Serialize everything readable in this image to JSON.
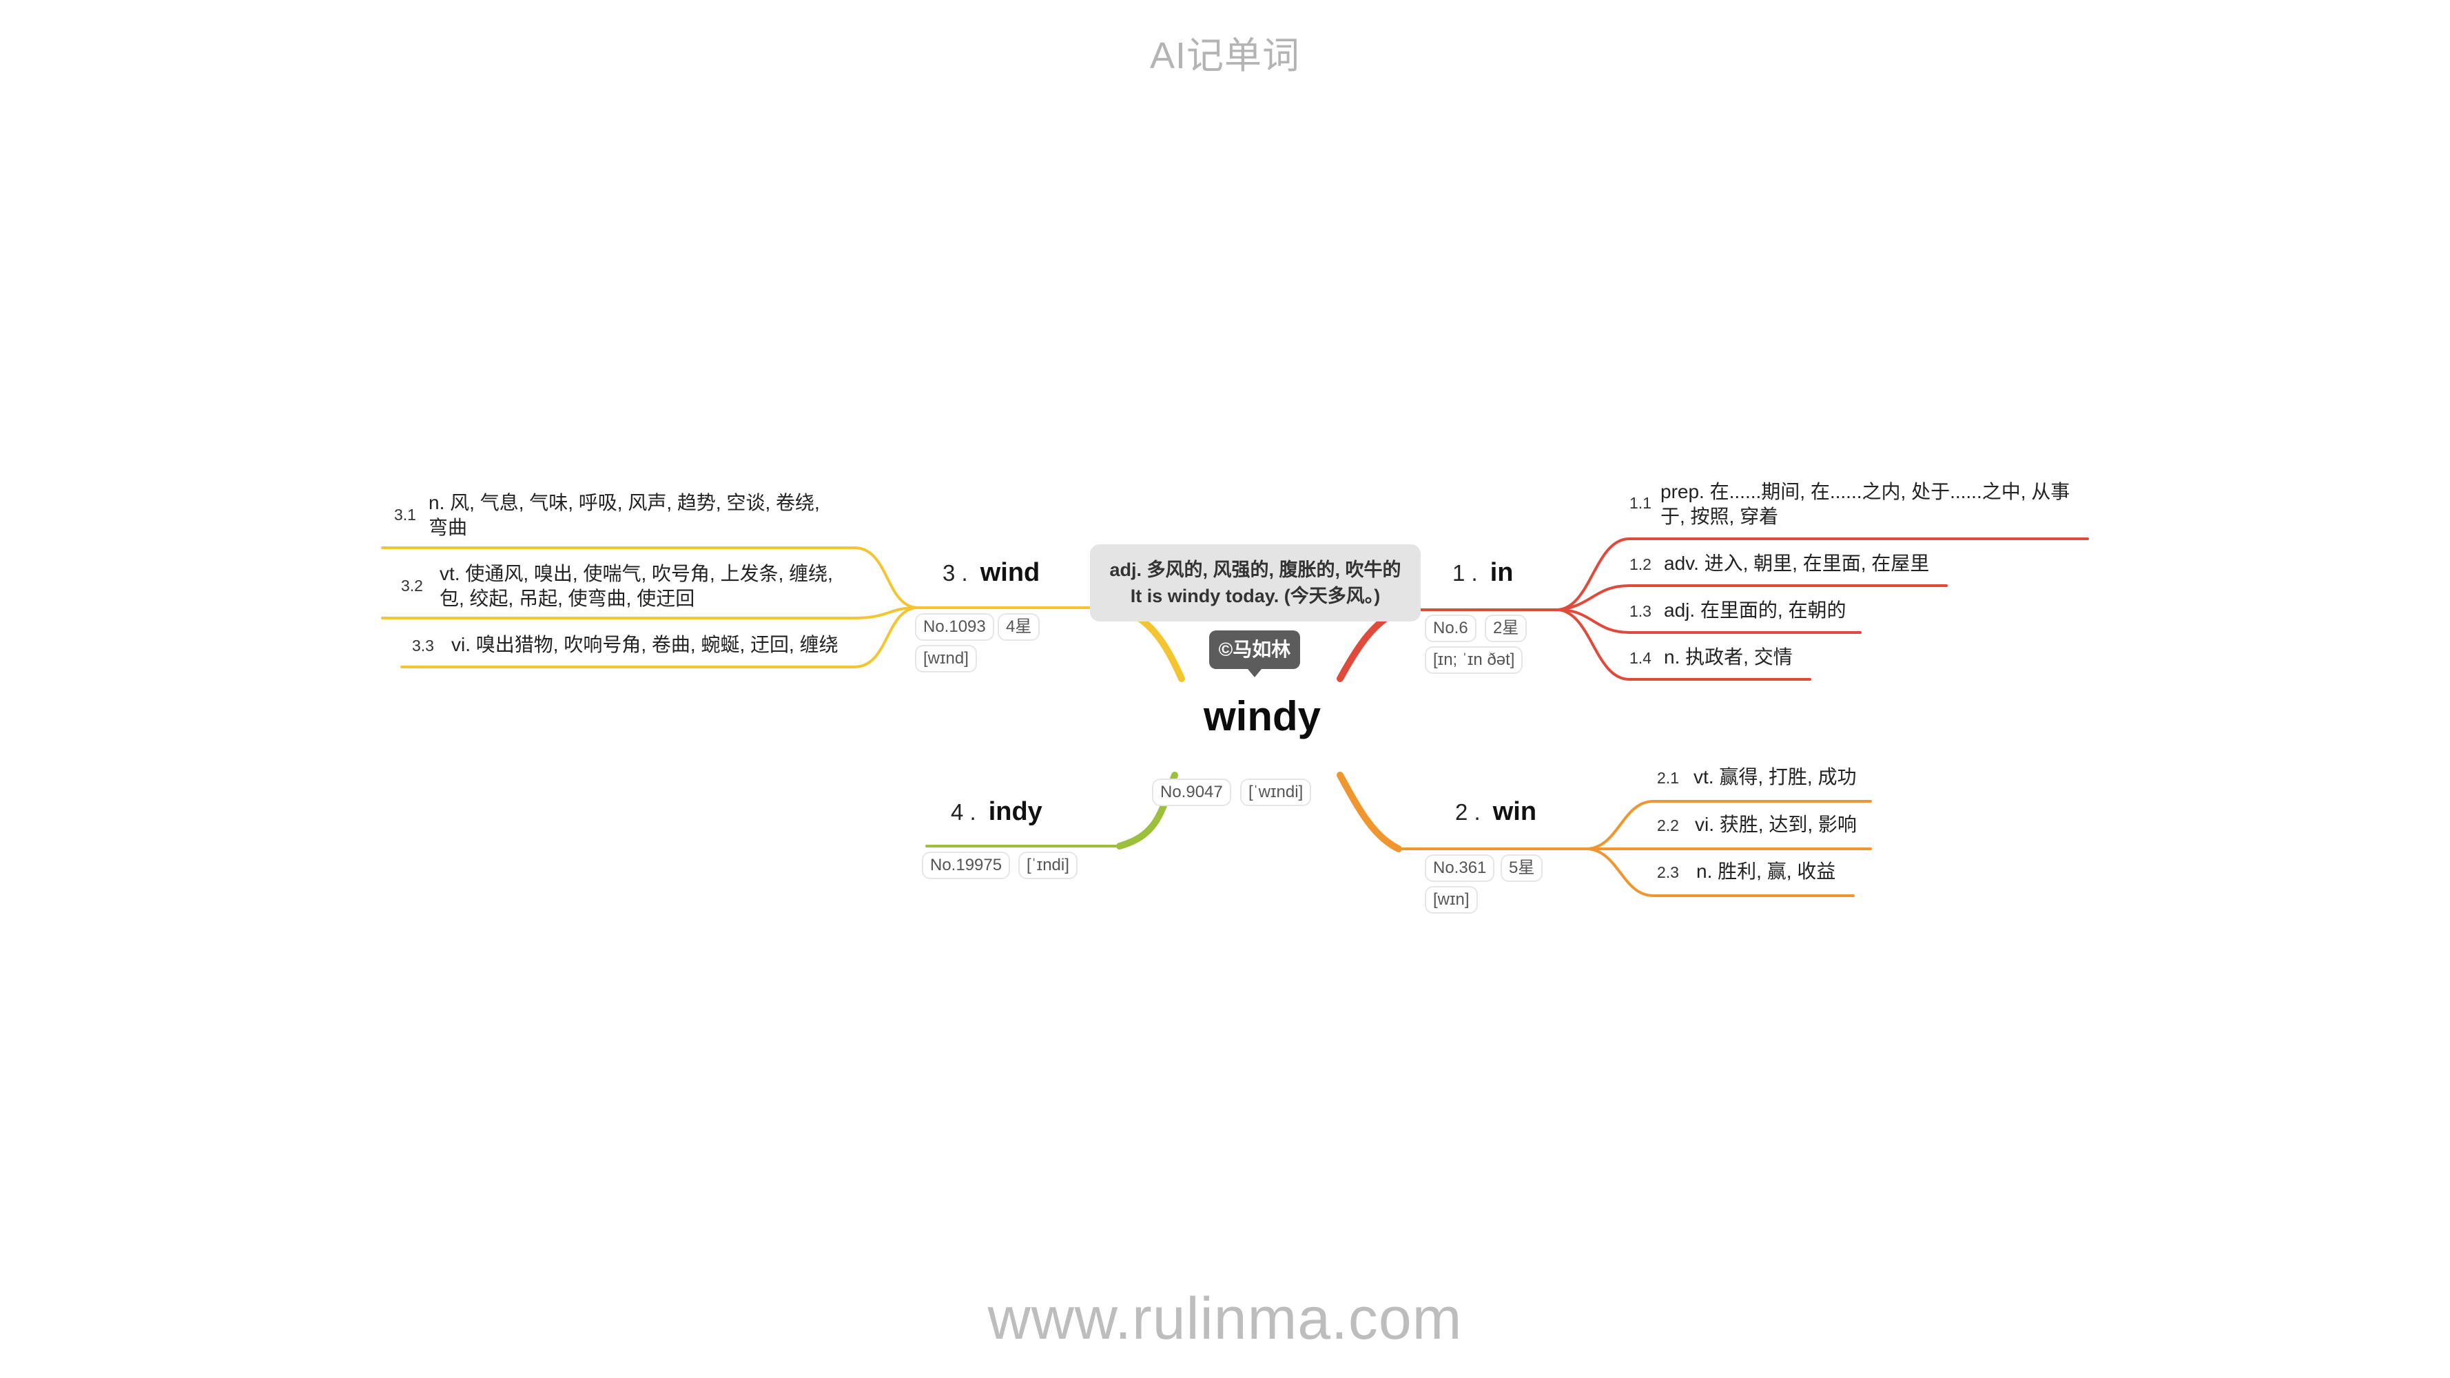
{
  "header": {
    "title": "AI记单词"
  },
  "footer": {
    "url": "www.rulinma.com"
  },
  "center": {
    "word": "windy",
    "rank": "No.9047",
    "phonetic": "[ˈwɪndi]",
    "tooltip_line1": "adj. 多风的, 风强的, 腹胀的, 吹牛的",
    "tooltip_line2": "It is windy today. (今天多风。)",
    "copyright": "©马如林"
  },
  "branches": [
    {
      "num": "1 .",
      "word": "in",
      "rank": "No.6",
      "stars": "2星",
      "phonetic": "[ɪn; ˈɪn ðət]",
      "color": "#e04a3a",
      "meanings": [
        {
          "num": "1.1",
          "text": "prep. 在......期间, 在......之内, 处于......之中, 从事于, 按照, 穿着"
        },
        {
          "num": "1.2",
          "text": "adv. 进入, 朝里, 在里面, 在屋里"
        },
        {
          "num": "1.3",
          "text": "adj. 在里面的, 在朝的"
        },
        {
          "num": "1.4",
          "text": "n. 执政者, 交情"
        }
      ]
    },
    {
      "num": "2 .",
      "word": "win",
      "rank": "No.361",
      "stars": "5星",
      "phonetic": "[wɪn]",
      "color": "#f0962e",
      "meanings": [
        {
          "num": "2.1",
          "text": "vt. 赢得, 打胜, 成功"
        },
        {
          "num": "2.2",
          "text": "vi. 获胜, 达到, 影响"
        },
        {
          "num": "2.3",
          "text": "n. 胜利, 赢, 收益"
        }
      ]
    },
    {
      "num": "3 .",
      "word": "wind",
      "rank": "No.1093",
      "stars": "4星",
      "phonetic": "[wɪnd]",
      "color": "#f5c531",
      "meanings": [
        {
          "num": "3.1",
          "text": "n. 风, 气息, 气味, 呼吸, 风声, 趋势, 空谈, 卷绕, 弯曲"
        },
        {
          "num": "3.2",
          "text": "vt. 使通风, 嗅出, 使喘气, 吹号角, 上发条, 缠绕, 包, 绞起, 吊起, 使弯曲, 使迂回"
        },
        {
          "num": "3.3",
          "text": "vi. 嗅出猎物, 吹响号角, 卷曲, 蜿蜒, 迂回, 缠绕"
        }
      ]
    },
    {
      "num": "4 .",
      "word": "indy",
      "rank": "No.19975",
      "phonetic": "[ˈɪndi]",
      "color": "#9bc13c"
    }
  ]
}
